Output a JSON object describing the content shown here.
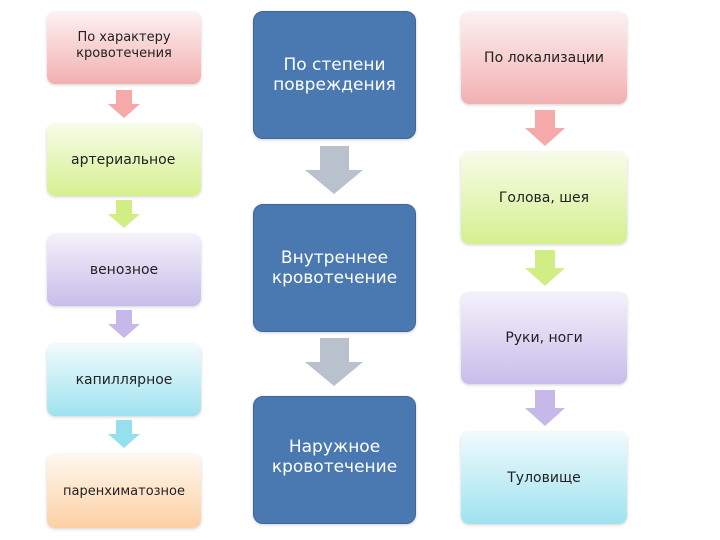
{
  "left_column": {
    "header": "По характеру кровотечения",
    "items": [
      "артериальное",
      "венозное",
      "капиллярное",
      "паренхиматозное"
    ]
  },
  "middle_column": {
    "header": "По степени повреждения",
    "items": [
      "Внутреннее кровотечение",
      "Наружное кровотечение"
    ]
  },
  "right_column": {
    "header": "По локализации",
    "items": [
      "Голова, шея",
      "Руки, ноги",
      "Туловище"
    ]
  },
  "colors": {
    "pink": "#f2b0b0",
    "green": "#d5f08f",
    "purple": "#c7bdea",
    "cyan": "#9fe2ef",
    "orange": "#fcd0a3",
    "blue": "#4a78b0",
    "grey_arrow": "#b8c1cc"
  }
}
